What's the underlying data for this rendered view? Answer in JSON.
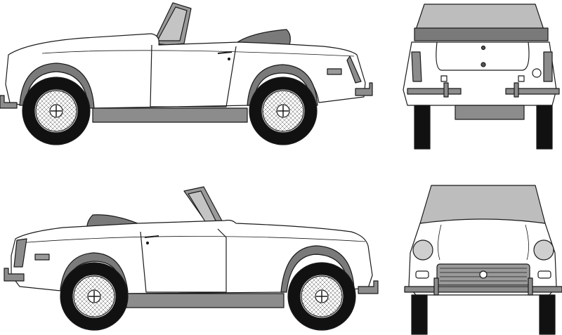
{
  "drawing": {
    "views": [
      {
        "id": "left-side",
        "label": ""
      },
      {
        "id": "rear",
        "label": ""
      },
      {
        "id": "right-side",
        "label": ""
      },
      {
        "id": "front",
        "label": ""
      }
    ]
  },
  "colors": {
    "paint": "#ffffff",
    "trim": "#8c8c8c",
    "dark_trim": "#6e6e6e",
    "glass": "#bdbdbd",
    "tire": "#111111",
    "outline": "#1a1a1a"
  }
}
